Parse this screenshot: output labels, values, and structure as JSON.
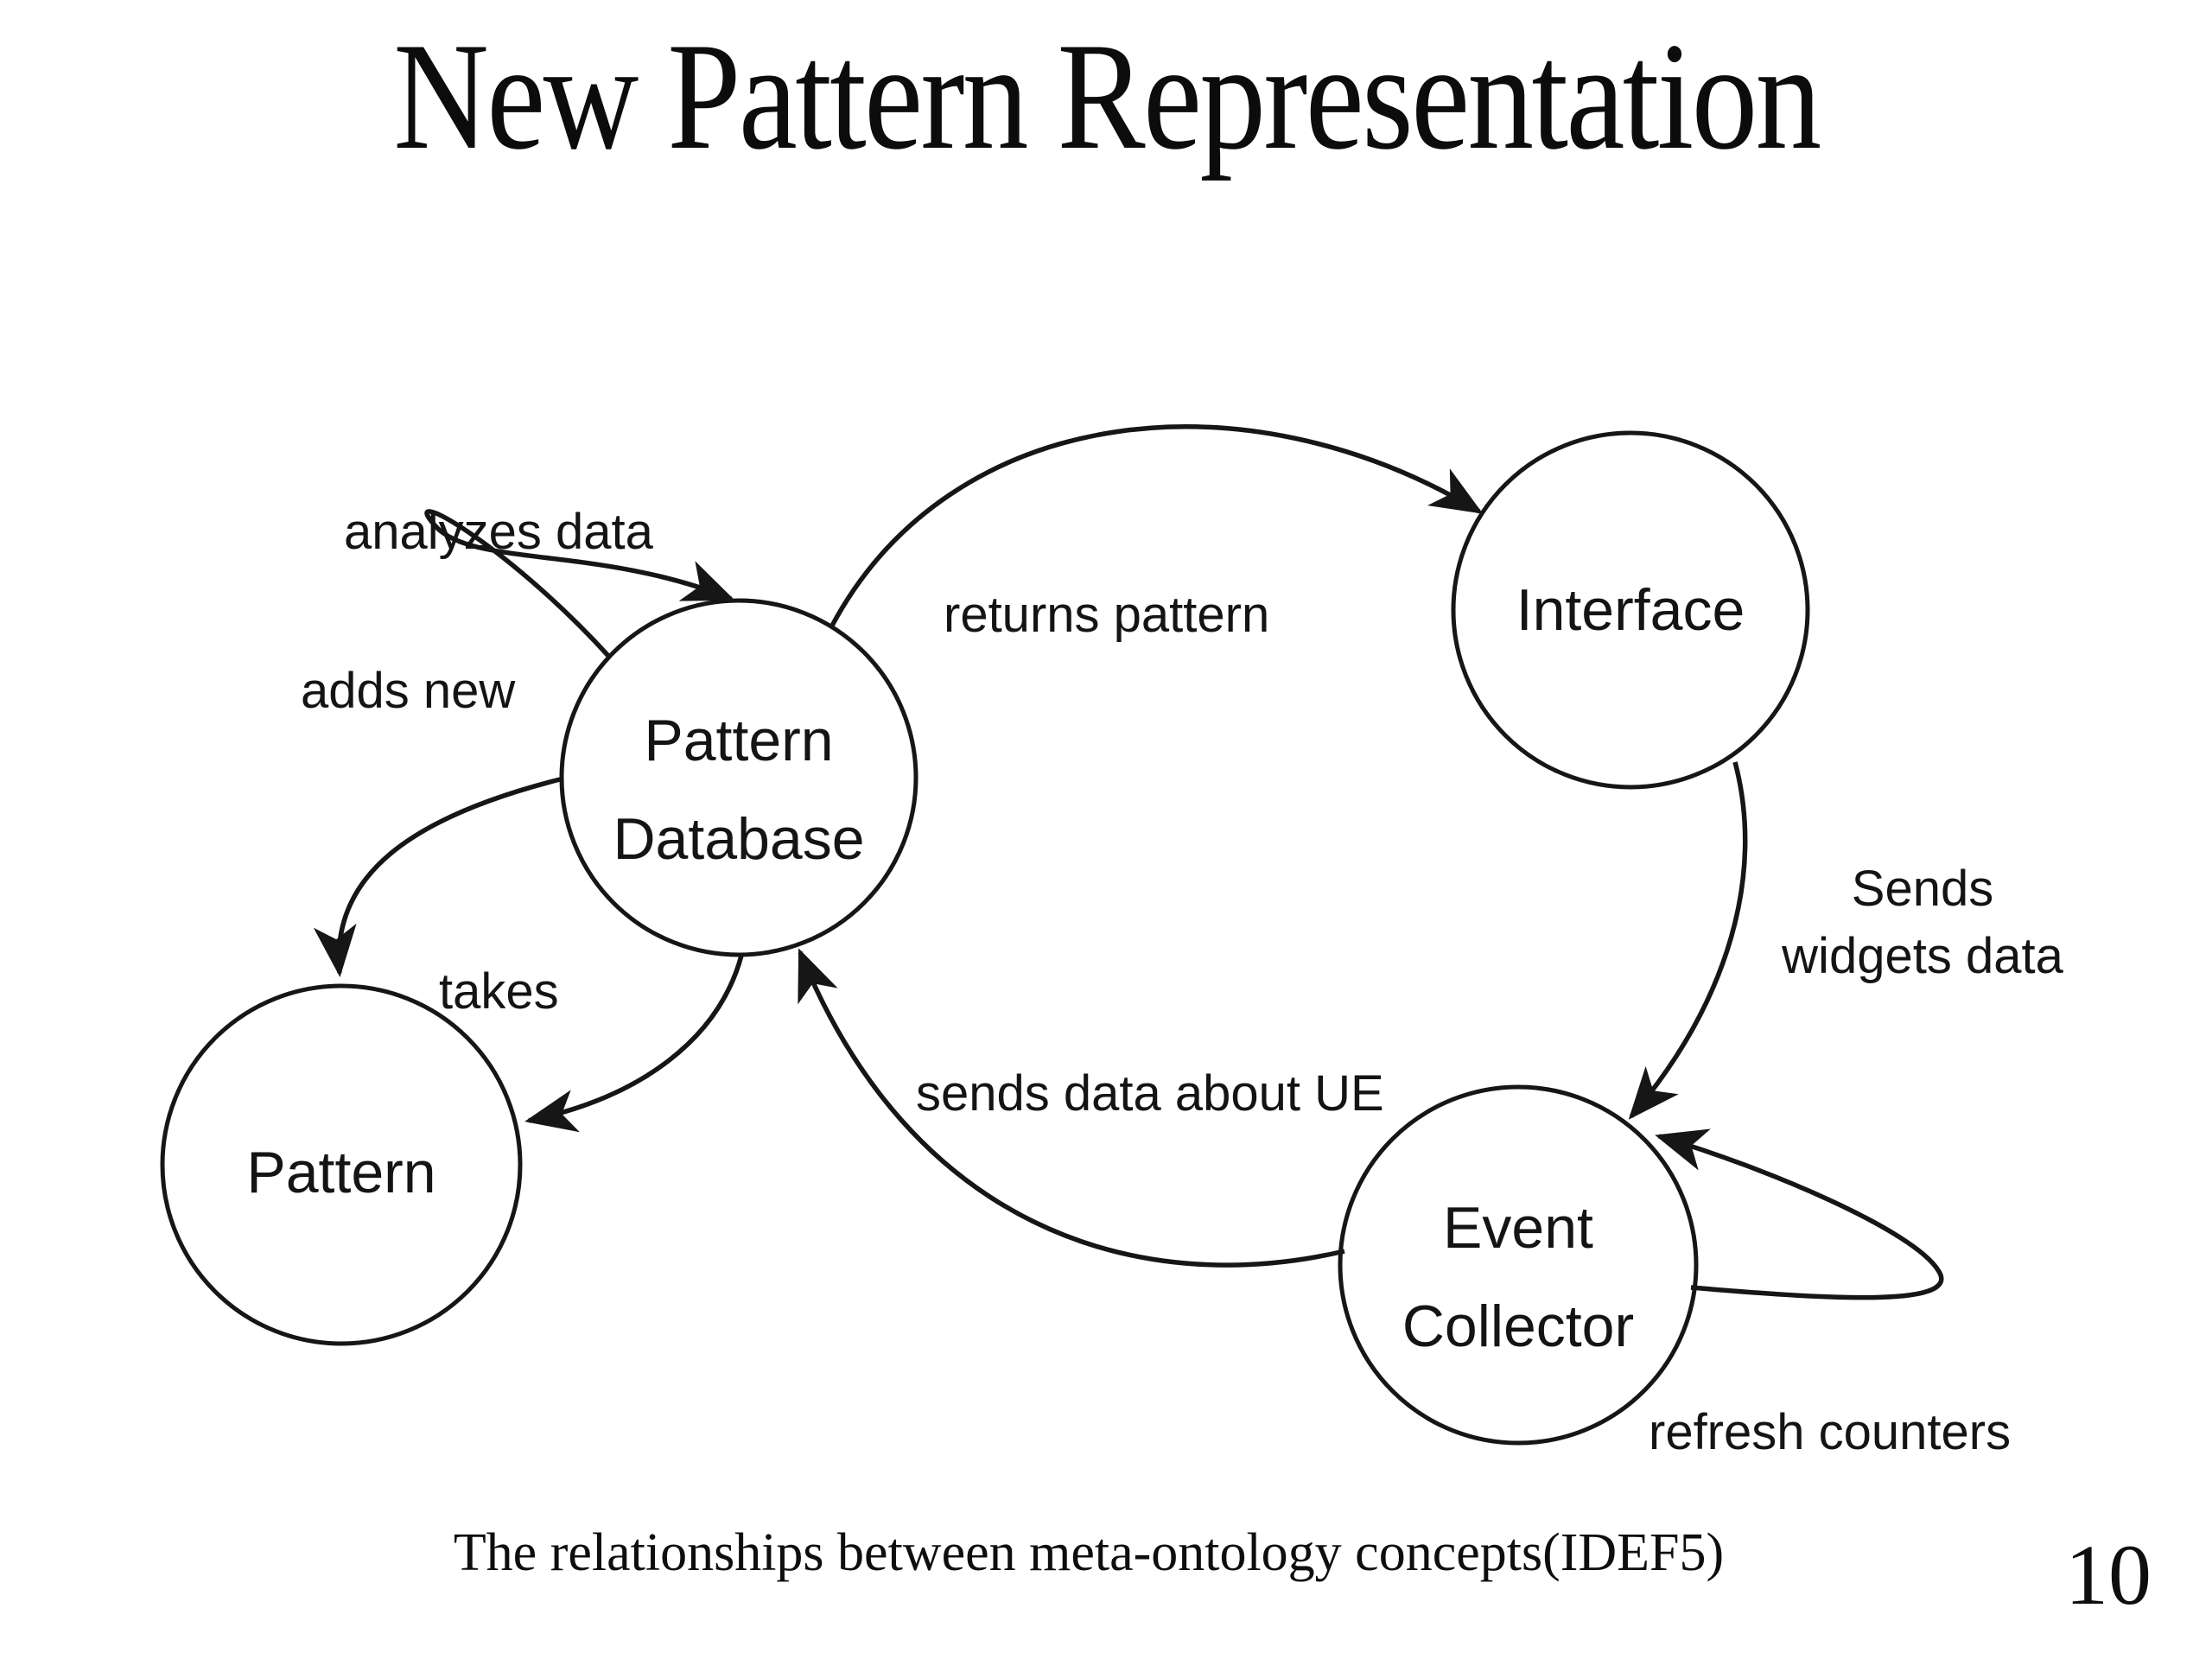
{
  "slide": {
    "title": "New Pattern Representation",
    "caption": "The relationships between meta-ontology concepts(IDEF5)",
    "page_number": "10"
  },
  "colors": {
    "ink": "#161616",
    "background": "#ffffff"
  },
  "diagram": {
    "type": "state-relationship-diagram",
    "nodes": {
      "pattern_database": {
        "line1": "Pattern",
        "line2": "Database"
      },
      "interface": {
        "label": "Interface"
      },
      "pattern": {
        "label": "Pattern"
      },
      "event_collector": {
        "line1": "Event",
        "line2": "Collector"
      }
    },
    "edges": [
      {
        "label": "analyzes data",
        "from": "pattern_database",
        "to": "pattern_database"
      },
      {
        "label": "adds new",
        "from": "pattern_database",
        "to": "pattern"
      },
      {
        "label": "takes",
        "from": "pattern_database",
        "to": "pattern"
      },
      {
        "label": "returns pattern",
        "from": "pattern_database",
        "to": "interface"
      },
      {
        "label": "Sends widgets data",
        "line1": "Sends",
        "line2": "widgets data",
        "from": "interface",
        "to": "event_collector"
      },
      {
        "label": "sends data about UE",
        "from": "event_collector",
        "to": "pattern_database"
      },
      {
        "label": "refresh counters",
        "from": "event_collector",
        "to": "event_collector"
      }
    ]
  }
}
